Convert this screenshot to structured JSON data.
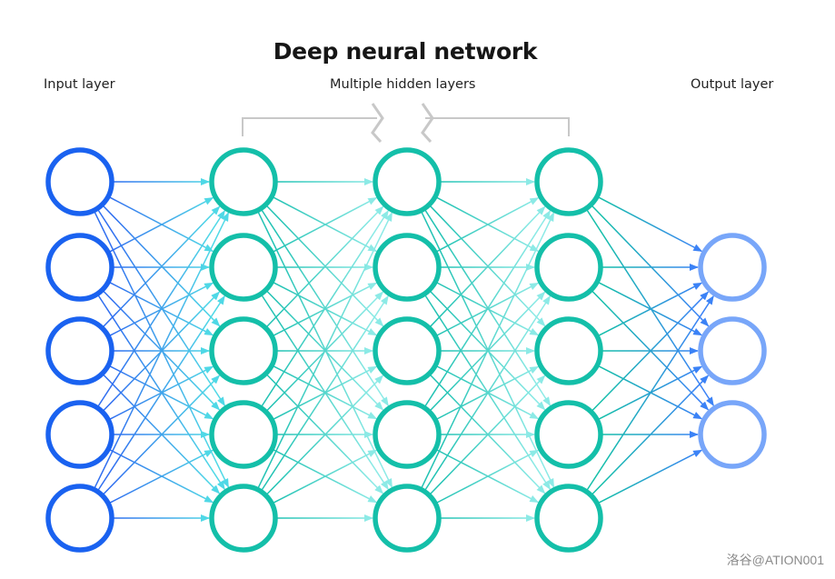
{
  "title": "Deep neural network",
  "labels": {
    "input": "Input layer",
    "hidden": "Multiple hidden layers",
    "output": "Output layer"
  },
  "watermark": "洛谷@ATION001",
  "layers": [
    {
      "name": "input",
      "nodes": 5,
      "color": "#1a62f0"
    },
    {
      "name": "hidden-1",
      "nodes": 5,
      "color": "#14bfa9"
    },
    {
      "name": "hidden-2",
      "nodes": 5,
      "color": "#14bfa9"
    },
    {
      "name": "hidden-3",
      "nodes": 5,
      "color": "#14bfa9"
    },
    {
      "name": "output",
      "nodes": 3,
      "color": "#78a6f9"
    }
  ],
  "edge_colors": {
    "input_to_h1": [
      "#2f6ef0",
      "#4fd8e6"
    ],
    "h1_to_h2": [
      "#20c2b3",
      "#8ceae6"
    ],
    "h2_to_h3": [
      "#20c2b3",
      "#8ceae6"
    ],
    "h3_to_output": [
      "#14bfa9",
      "#3b82f6"
    ]
  },
  "bracket_color": "#c8c8c8",
  "connectivity": "fully-connected"
}
